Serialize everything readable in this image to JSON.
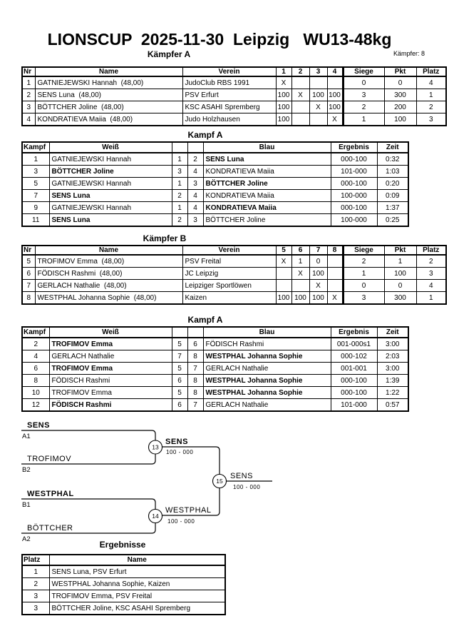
{
  "header": {
    "title": "LIONSCUP  2025-11-30  Leipzig   WU13-48kg",
    "fighters_count_label": "Kämpfer: 8"
  },
  "sections": {
    "kaempfer_a": "Kämpfer A",
    "kampf_a1": "Kampf A",
    "kaempfer_b": "Kämpfer B",
    "kampf_a2": "Kampf A",
    "ergebnisse": "Ergebnisse"
  },
  "pool_a": {
    "headers": {
      "nr": "Nr",
      "name": "Name",
      "verein": "Verein",
      "c1": "1",
      "c2": "2",
      "c3": "3",
      "c4": "4",
      "siege": "Siege",
      "pkt": "Pkt",
      "platz": "Platz"
    },
    "rows": [
      {
        "nr": "1",
        "name": "GATNIEJEWSKI Hannah  (48,00)",
        "verein": "JudoClub RBS 1991",
        "c1": "X",
        "c2": "",
        "c3": "",
        "c4": "",
        "siege": "0",
        "pkt": "0",
        "platz": "4"
      },
      {
        "nr": "2",
        "name": "SENS Luna  (48,00)",
        "verein": "PSV Erfurt",
        "c1": "100",
        "c2": "X",
        "c3": "100",
        "c4": "100",
        "siege": "3",
        "pkt": "300",
        "platz": "1"
      },
      {
        "nr": "3",
        "name": "BÖTTCHER Joline  (48,00)",
        "verein": "KSC ASAHI Spremberg",
        "c1": "100",
        "c2": "",
        "c3": "X",
        "c4": "100",
        "siege": "2",
        "pkt": "200",
        "platz": "2"
      },
      {
        "nr": "4",
        "name": "KONDRATIEVA Maiia  (48,00)",
        "verein": "Judo Holzhausen",
        "c1": "100",
        "c2": "",
        "c3": "",
        "c4": "X",
        "siege": "1",
        "pkt": "100",
        "platz": "3"
      }
    ]
  },
  "matches_a": {
    "headers": {
      "kampf": "Kampf",
      "weiss": "Weiß",
      "blau": "Blau",
      "ergebnis": "Ergebnis",
      "zeit": "Zeit"
    },
    "rows": [
      {
        "kampf": "1",
        "weiss": "GATNIEJEWSKI Hannah",
        "w_nr": "1",
        "b_nr": "2",
        "blau": "SENS Luna",
        "ergebnis": "000-100",
        "zeit": "0:32",
        "winner": "blau"
      },
      {
        "kampf": "3",
        "weiss": "BÖTTCHER Joline",
        "w_nr": "3",
        "b_nr": "4",
        "blau": "KONDRATIEVA Maiia",
        "ergebnis": "101-000",
        "zeit": "1:03",
        "winner": "weiss"
      },
      {
        "kampf": "5",
        "weiss": "GATNIEJEWSKI Hannah",
        "w_nr": "1",
        "b_nr": "3",
        "blau": "BÖTTCHER Joline",
        "ergebnis": "000-100",
        "zeit": "0:20",
        "winner": "blau"
      },
      {
        "kampf": "7",
        "weiss": "SENS Luna",
        "w_nr": "2",
        "b_nr": "4",
        "blau": "KONDRATIEVA Maiia",
        "ergebnis": "100-000",
        "zeit": "0:09",
        "winner": "weiss"
      },
      {
        "kampf": "9",
        "weiss": "GATNIEJEWSKI Hannah",
        "w_nr": "1",
        "b_nr": "4",
        "blau": "KONDRATIEVA Maiia",
        "ergebnis": "000-100",
        "zeit": "1:37",
        "winner": "blau"
      },
      {
        "kampf": "11",
        "weiss": "SENS Luna",
        "w_nr": "2",
        "b_nr": "3",
        "blau": "BÖTTCHER Joline",
        "ergebnis": "100-000",
        "zeit": "0:25",
        "winner": "weiss"
      }
    ]
  },
  "pool_b": {
    "headers": {
      "nr": "Nr",
      "name": "Name",
      "verein": "Verein",
      "c1": "5",
      "c2": "6",
      "c3": "7",
      "c4": "8",
      "siege": "Siege",
      "pkt": "Pkt",
      "platz": "Platz"
    },
    "rows": [
      {
        "nr": "5",
        "name": "TROFIMOV Emma  (48,00)",
        "verein": "PSV Freital",
        "c1": "X",
        "c2": "1",
        "c3": "0",
        "c4": "",
        "siege": "2",
        "pkt": "1",
        "platz": "2"
      },
      {
        "nr": "6",
        "name": "FÖDISCH Rashmi  (48,00)",
        "verein": "JC Leipzig",
        "c1": "",
        "c2": "X",
        "c3": "100",
        "c4": "",
        "siege": "1",
        "pkt": "100",
        "platz": "3"
      },
      {
        "nr": "7",
        "name": "GERLACH Nathalie  (48,00)",
        "verein": "Leipziger Sportlöwen",
        "c1": "",
        "c2": "",
        "c3": "X",
        "c4": "",
        "siege": "0",
        "pkt": "0",
        "platz": "4"
      },
      {
        "nr": "8",
        "name": "WESTPHAL Johanna Sophie  (48,00)",
        "verein": "Kaizen",
        "c1": "100",
        "c2": "100",
        "c3": "100",
        "c4": "X",
        "siege": "3",
        "pkt": "300",
        "platz": "1"
      }
    ]
  },
  "matches_b": {
    "headers": {
      "kampf": "Kampf",
      "weiss": "Weiß",
      "blau": "Blau",
      "ergebnis": "Ergebnis",
      "zeit": "Zeit"
    },
    "rows": [
      {
        "kampf": "2",
        "weiss": "TROFIMOV Emma",
        "w_nr": "5",
        "b_nr": "6",
        "blau": "FÖDISCH Rashmi",
        "ergebnis": "001-000s1",
        "zeit": "3:00",
        "winner": "weiss"
      },
      {
        "kampf": "4",
        "weiss": "GERLACH Nathalie",
        "w_nr": "7",
        "b_nr": "8",
        "blau": "WESTPHAL Johanna Sophie",
        "ergebnis": "000-102",
        "zeit": "2:03",
        "winner": "blau"
      },
      {
        "kampf": "6",
        "weiss": "TROFIMOV Emma",
        "w_nr": "5",
        "b_nr": "7",
        "blau": "GERLACH Nathalie",
        "ergebnis": "001-001",
        "zeit": "3:00",
        "winner": "weiss"
      },
      {
        "kampf": "8",
        "weiss": "FÖDISCH Rashmi",
        "w_nr": "6",
        "b_nr": "8",
        "blau": "WESTPHAL Johanna Sophie",
        "ergebnis": "000-100",
        "zeit": "1:39",
        "winner": "blau"
      },
      {
        "kampf": "10",
        "weiss": "TROFIMOV Emma",
        "w_nr": "5",
        "b_nr": "8",
        "blau": "WESTPHAL Johanna Sophie",
        "ergebnis": "000-100",
        "zeit": "1:22",
        "winner": "blau"
      },
      {
        "kampf": "12",
        "weiss": "FÖDISCH Rashmi",
        "w_nr": "6",
        "b_nr": "7",
        "blau": "GERLACH Nathalie",
        "ergebnis": "101-000",
        "zeit": "0:57",
        "winner": "weiss"
      }
    ]
  },
  "bracket": {
    "seed_a1": {
      "name": "SENS",
      "tag": "A1"
    },
    "seed_b2": {
      "name": "TROFIMOV",
      "tag": "B2"
    },
    "seed_b1": {
      "name": "WESTPHAL",
      "tag": "B1"
    },
    "seed_a2": {
      "name": "BÖTTCHER",
      "tag": "A2"
    },
    "match13": {
      "no": "13",
      "winner": "SENS",
      "score": "100 - 000"
    },
    "match14": {
      "no": "14",
      "winner": "WESTPHAL",
      "score": "100 - 000"
    },
    "match15": {
      "no": "15",
      "winner": "SENS",
      "score": "100 - 000"
    }
  },
  "results": {
    "headers": {
      "platz": "Platz",
      "name": "Name"
    },
    "rows": [
      {
        "platz": "1",
        "name": "SENS Luna, PSV Erfurt"
      },
      {
        "platz": "2",
        "name": "WESTPHAL Johanna Sophie, Kaizen"
      },
      {
        "platz": "3",
        "name": "TROFIMOV Emma, PSV Freital"
      },
      {
        "platz": "3",
        "name": "BÖTTCHER Joline, KSC ASAHI Spremberg"
      }
    ]
  }
}
